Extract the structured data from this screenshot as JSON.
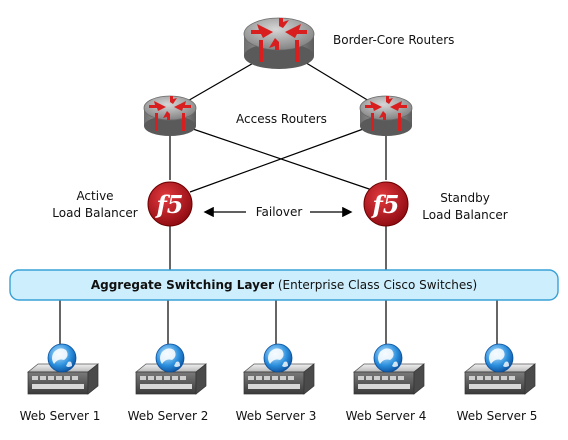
{
  "labels": {
    "border_core": "Border-Core Routers",
    "access": "Access Routers",
    "active_line1": "Active",
    "active_line2": "Load Balancer",
    "standby_line1": "Standby",
    "standby_line2": "Load Balancer",
    "failover": "Failover",
    "aggregate_bold": "Aggregate Switching Layer",
    "aggregate_rest": "(Enterprise Class Cisco Switches)",
    "balancer_logo": "f5"
  },
  "servers": [
    {
      "label": "Web Server 1"
    },
    {
      "label": "Web Server 2"
    },
    {
      "label": "Web Server 3"
    },
    {
      "label": "Web Server 4"
    },
    {
      "label": "Web Server 5"
    }
  ],
  "colors": {
    "router": "#9a9a9a",
    "arrow": "#d81e1e",
    "balancer": "#b3121a",
    "switch_bar": "#cdeefc",
    "switch_border": "#3aa0d6",
    "line": "#000000"
  }
}
